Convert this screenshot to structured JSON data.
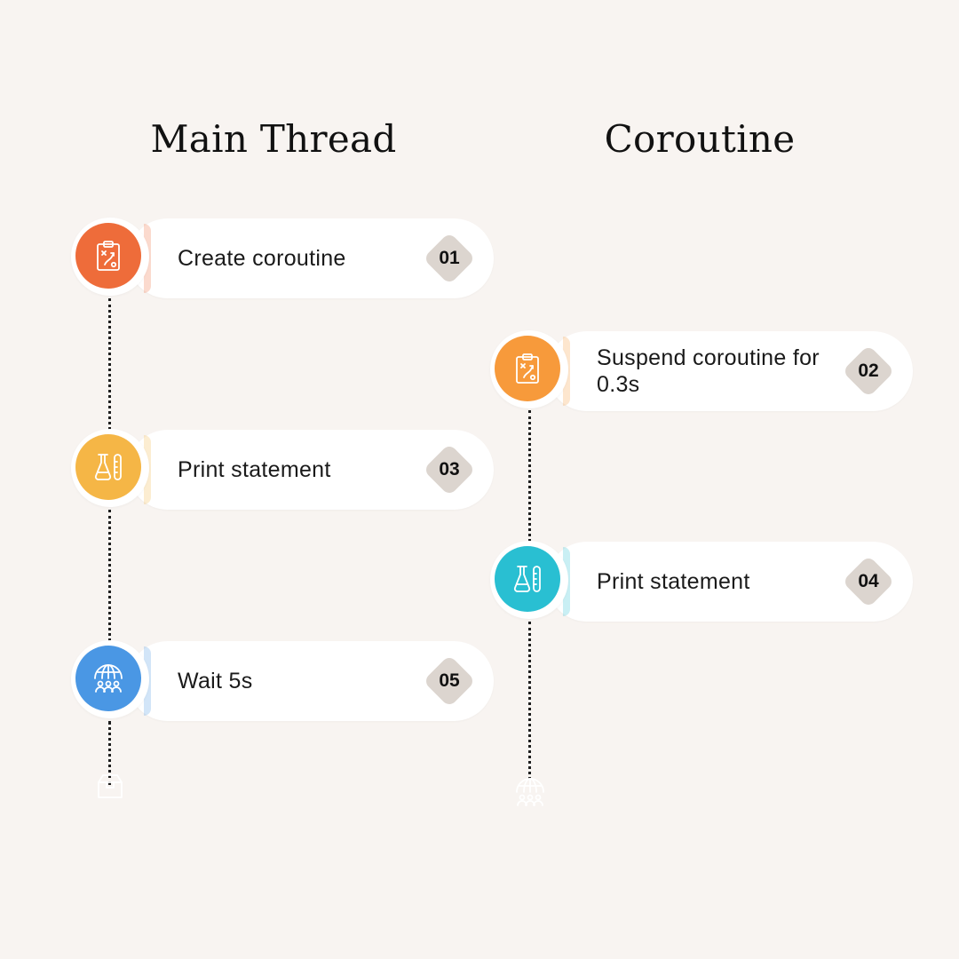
{
  "columns": {
    "main_title": "Main Thread",
    "coroutine_title": "Coroutine"
  },
  "steps": [
    {
      "number": "01",
      "label": "Create coroutine",
      "icon": "clipboard-strategy-icon",
      "color": "#ee6c3a"
    },
    {
      "number": "02",
      "label": "Suspend coroutine for 0.3s",
      "icon": "clipboard-strategy-icon",
      "color": "#f79a3b"
    },
    {
      "number": "03",
      "label": "Print statement",
      "icon": "flask-test-tube-icon",
      "color": "#f5b646"
    },
    {
      "number": "04",
      "label": "Print statement",
      "icon": "flask-test-tube-icon",
      "color": "#29bfd2"
    },
    {
      "number": "05",
      "label": "Wait 5s",
      "icon": "globe-people-icon",
      "color": "#4a97e4"
    }
  ],
  "end_icons": {
    "main": "box-icon",
    "coroutine": "globe-people-icon"
  }
}
